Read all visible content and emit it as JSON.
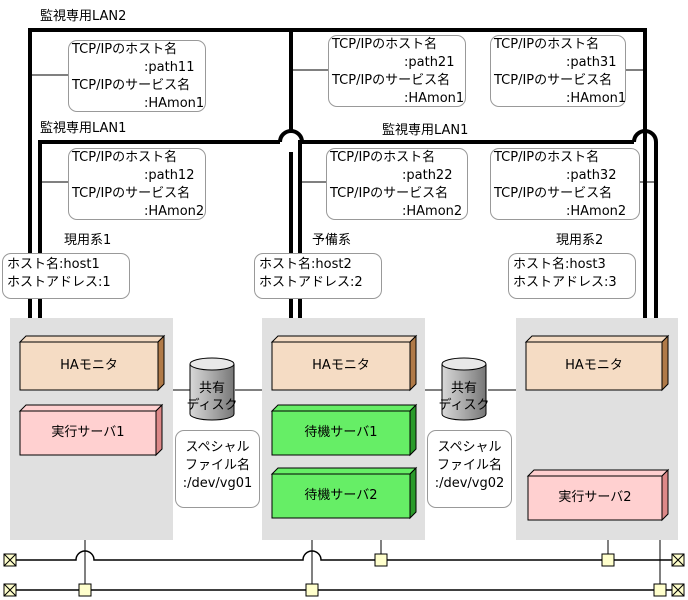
{
  "lan_labels": {
    "lan2": "監視専用LAN2",
    "lan1_left": "監視専用LAN1",
    "lan1_right": "監視専用LAN1"
  },
  "lan_boxes": [
    {
      "host": "TCP/IPのホスト名",
      "host_value": ":path11",
      "svc": "TCP/IPのサービス名",
      "svc_value": ":HAmon1"
    },
    {
      "host": "TCP/IPのホスト名",
      "host_value": ":path21",
      "svc": "TCP/IPのサービス名",
      "svc_value": ":HAmon1"
    },
    {
      "host": "TCP/IPのホスト名",
      "host_value": ":path31",
      "svc": "TCP/IPのサービス名",
      "svc_value": ":HAmon1"
    },
    {
      "host": "TCP/IPのホスト名",
      "host_value": ":path12",
      "svc": "TCP/IPのサービス名",
      "svc_value": ":HAmon2"
    },
    {
      "host": "TCP/IPのホスト名",
      "host_value": ":path22",
      "svc": "TCP/IPのサービス名",
      "svc_value": ":HAmon2"
    },
    {
      "host": "TCP/IPのホスト名",
      "host_value": ":path32",
      "svc": "TCP/IPのサービス名",
      "svc_value": ":HAmon2"
    }
  ],
  "systems": [
    {
      "role": "現用系1",
      "host_line": "ホスト名:host1",
      "addr_line": "ホストアドレス:1"
    },
    {
      "role": "予備系",
      "host_line": "ホスト名:host2",
      "addr_line": "ホストアドレス:2"
    },
    {
      "role": "現用系2",
      "host_line": "ホスト名:host3",
      "addr_line": "ホストアドレス:3"
    }
  ],
  "servers": {
    "ha_monitor": "HAモニタ",
    "exec1": "実行サーバ1",
    "standby1": "待機サーバ1",
    "standby2": "待機サーバ2",
    "exec2": "実行サーバ2"
  },
  "disks": [
    {
      "label1": "共有",
      "label2": "ディスク",
      "sf1": "スペシャル",
      "sf2": "ファイル名",
      "sf3": ":/dev/vg01"
    },
    {
      "label1": "共有",
      "label2": "ディスク",
      "sf1": "スペシャル",
      "sf2": "ファイル名",
      "sf3": ":/dev/vg02"
    }
  ],
  "colors": {
    "ha_monitor": "#f5dcc4",
    "exec_server": "#ffd0d0",
    "standby_server": "#66ee66",
    "host_panel": "#e0e0e0",
    "disk": "#c8c8c8",
    "terminal": "#ffffcc"
  }
}
